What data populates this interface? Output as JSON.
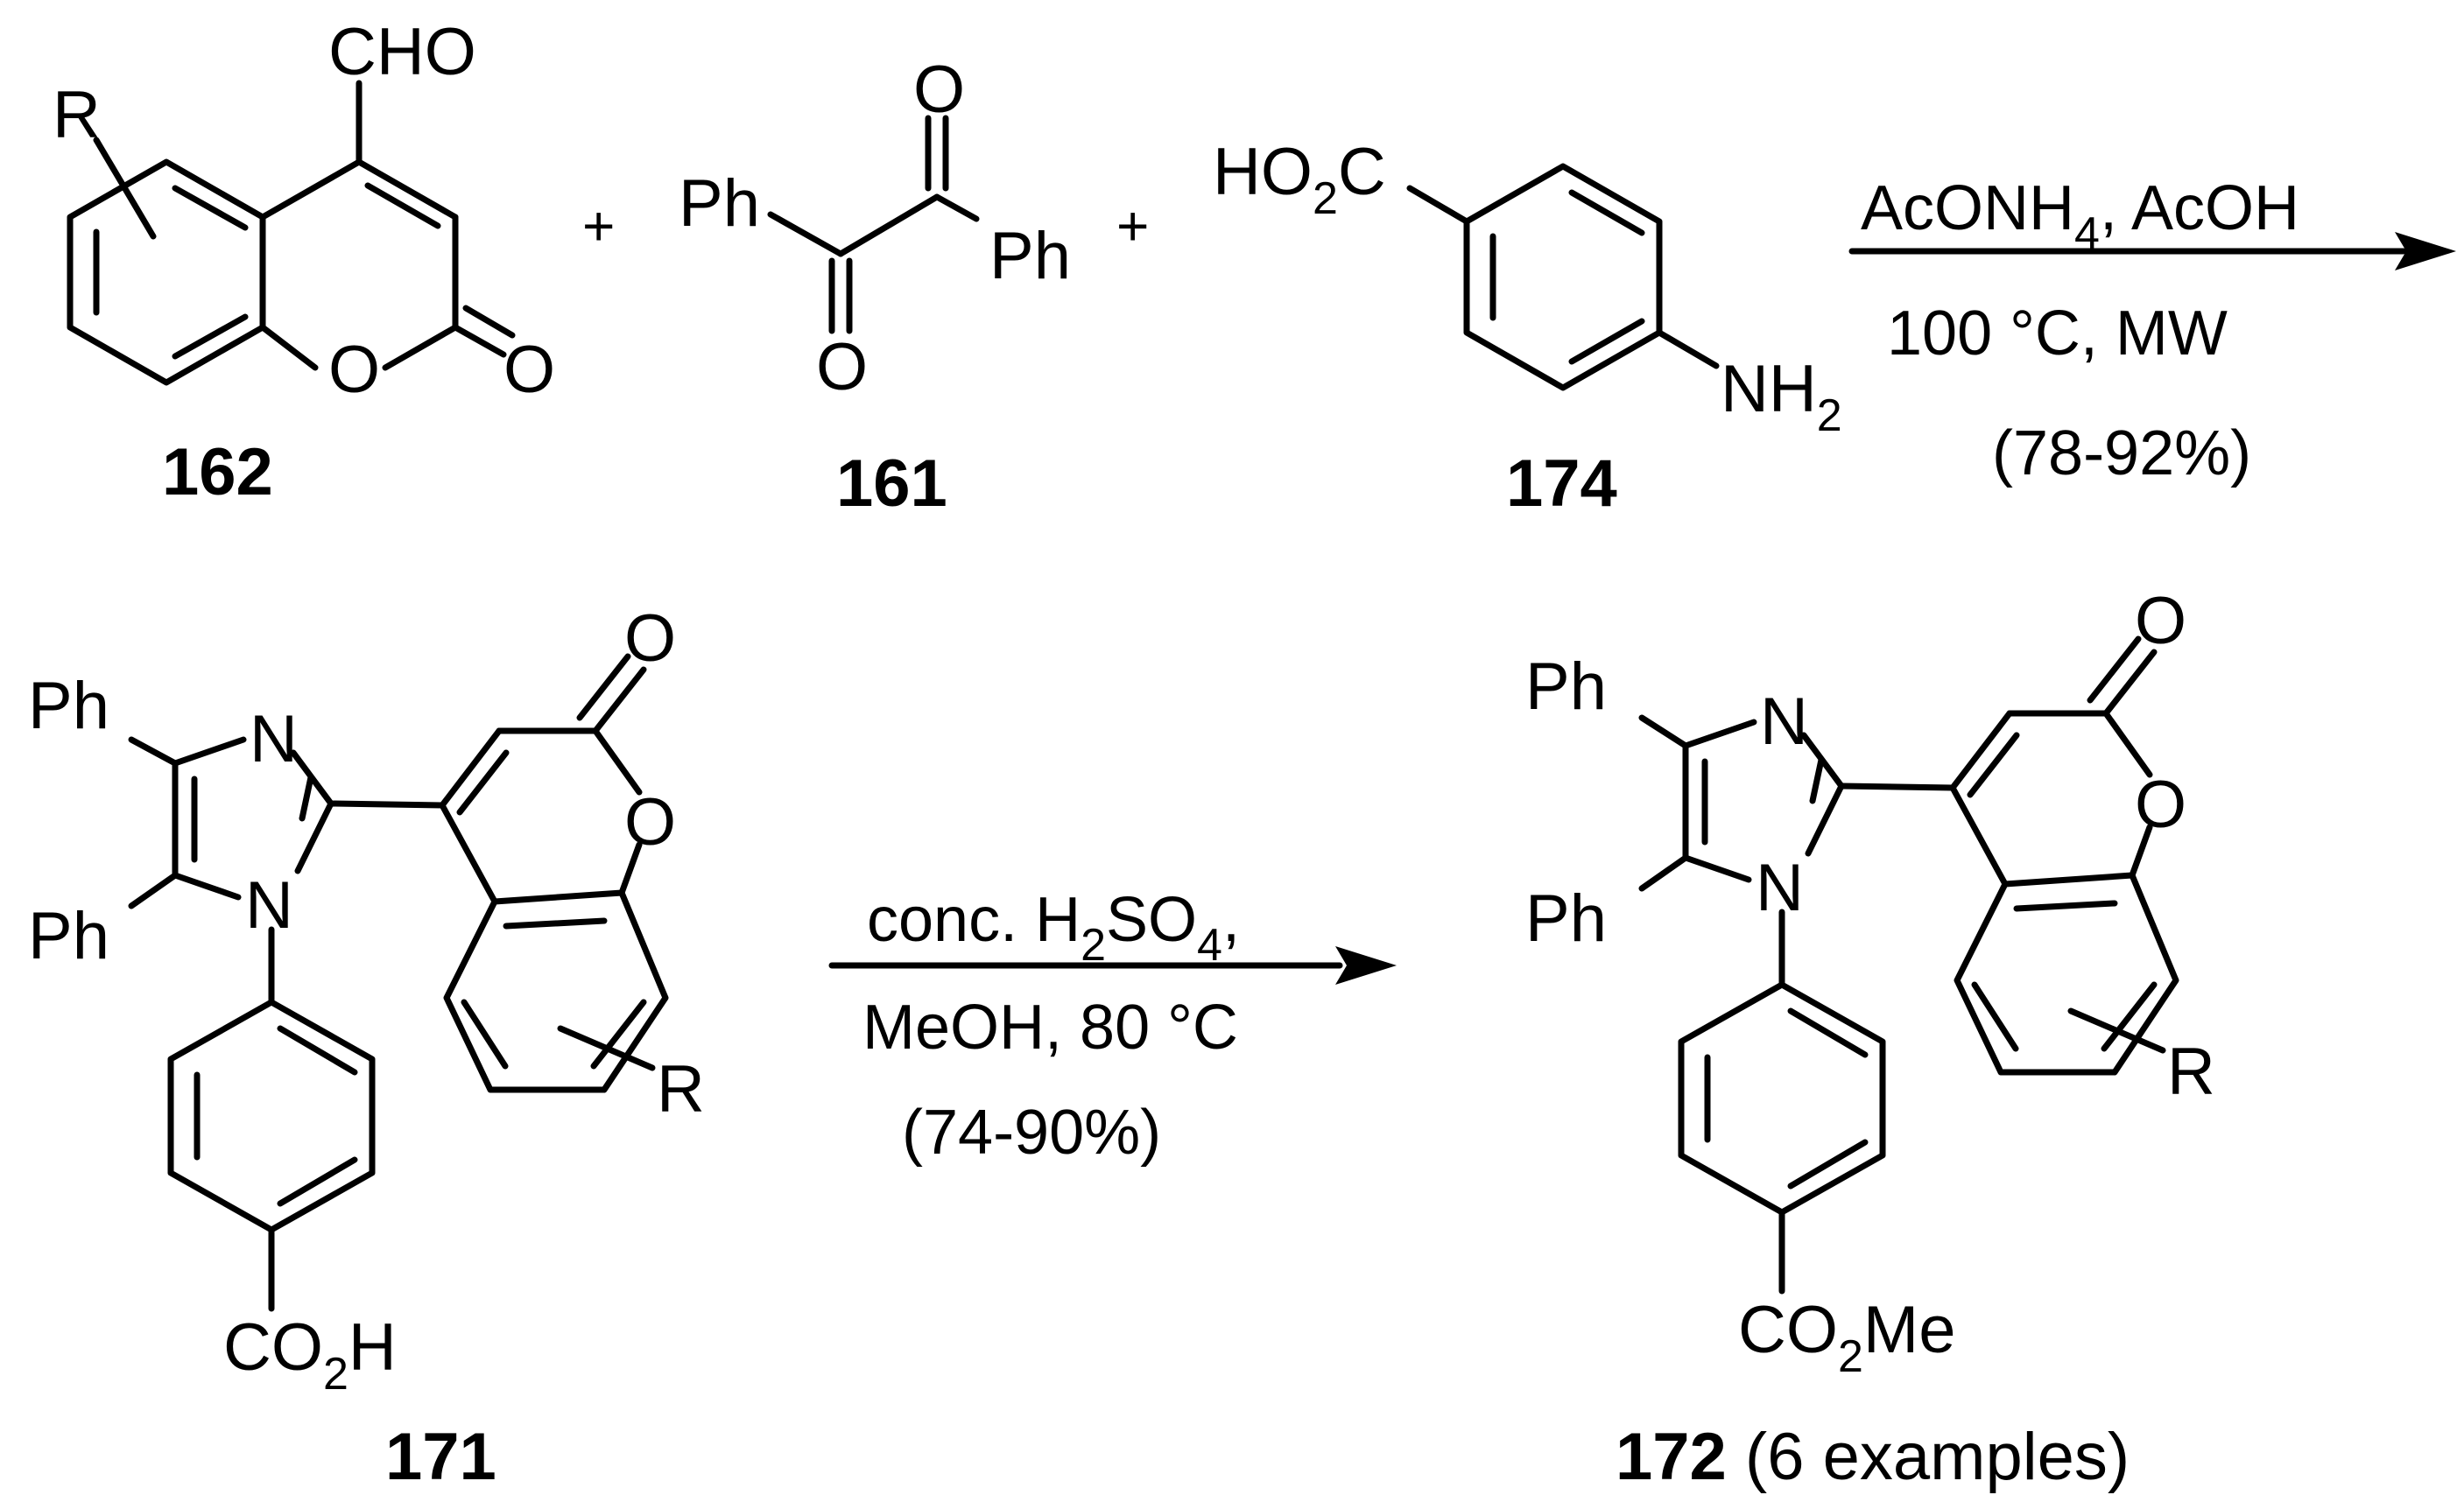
{
  "reaction1": {
    "compound_162": {
      "label": "162",
      "substituent_r": "R",
      "cho": "CHO",
      "ring_o": "O",
      "carbonyl_o": "O"
    },
    "plus_1": "+",
    "compound_161": {
      "label": "161",
      "ph_left": "Ph",
      "ph_right": "Ph",
      "o_top": "O",
      "o_bottom": "O"
    },
    "plus_2": "+",
    "compound_174": {
      "label": "174",
      "acid_prefix": "HO",
      "acid_sub": "2",
      "acid_suffix": "C",
      "amine_prefix": "NH",
      "amine_sub": "2"
    },
    "conditions": {
      "line1_main": "AcONH",
      "line1_sub": "4",
      "line1_rest": ", AcOH",
      "line2": "100 °C, MW",
      "yield": "(78-92%)"
    }
  },
  "reaction2": {
    "compound_171": {
      "label": "171",
      "ph_top": "Ph",
      "ph_bottom": "Ph",
      "n_top": "N",
      "n_bottom": "N",
      "ring_o": "O",
      "carbonyl_o": "O",
      "substituent_r": "R",
      "acid_prefix": "CO",
      "acid_sub": "2",
      "acid_suffix": "H"
    },
    "conditions": {
      "line1_main": "conc. H",
      "line1_sub1": "2",
      "line1_mid": "SO",
      "line1_sub2": "4",
      "line1_end": ",",
      "line2": "MeOH, 80 °C",
      "yield": "(74-90%)"
    },
    "compound_172": {
      "label": "172",
      "label_note": " (6 examples)",
      "ph_top": "Ph",
      "ph_bottom": "Ph",
      "n_top": "N",
      "n_bottom": "N",
      "ring_o": "O",
      "carbonyl_o": "O",
      "substituent_r": "R",
      "ester_prefix": "CO",
      "ester_sub": "2",
      "ester_suffix": "Me"
    }
  }
}
